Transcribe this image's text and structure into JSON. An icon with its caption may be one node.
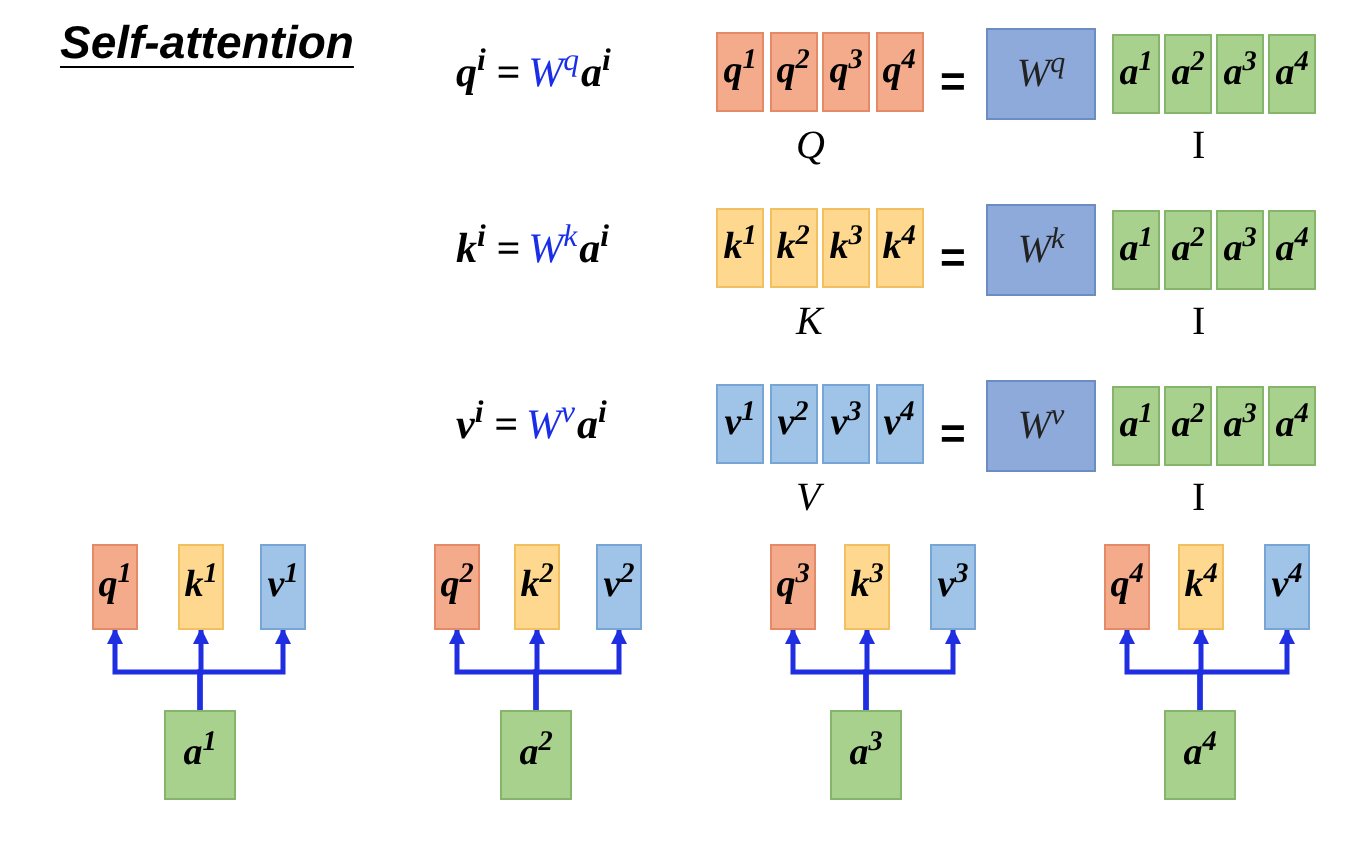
{
  "diagram": {
    "title": "Self-attention",
    "nodes": [
      {
        "text": [
          "q$^{1}$"
        ]
      },
      {
        "text": [
          "q$^{2}$"
        ]
      },
      {
        "text": [
          "q$^{3}$"
        ]
      },
      {
        "text": [
          "q$^{4}$"
        ]
      },
      {
        "text": [
          "W$^{q}$"
        ]
      },
      {
        "text": [
          "a$^{1}$"
        ]
      },
      {
        "text": [
          "a$^{2}$"
        ]
      },
      {
        "text": [
          "a$^{3}$"
        ]
      },
      {
        "text": [
          "a$^{4}$"
        ]
      },
      {
        "text": [
          "k$^{1}$"
        ]
      },
      {
        "text": [
          "k$^{2}$"
        ]
      },
      {
        "text": [
          "k$^{3}$"
        ]
      },
      {
        "text": [
          "k$^{4}$"
        ]
      },
      {
        "text": [
          "W$^{k}$"
        ]
      },
      {
        "text": [
          "a$^{1}$"
        ]
      },
      {
        "text": [
          "a$^{2}$"
        ]
      },
      {
        "text": [
          "a$^{3}$"
        ]
      },
      {
        "text": [
          "a$^{4}$"
        ]
      },
      {
        "text": [
          "v$^{1}$"
        ]
      },
      {
        "text": [
          "v$^{2}$"
        ]
      },
      {
        "text": [
          "v$^{3}$"
        ]
      },
      {
        "text": [
          "v$^{4}$"
        ]
      },
      {
        "text": [
          "W$^{v}$"
        ]
      },
      {
        "text": [
          "a$^{1}$"
        ]
      },
      {
        "text": [
          "a$^{2}$"
        ]
      },
      {
        "text": [
          "a$^{3}$"
        ]
      },
      {
        "text": [
          "a$^{4}$"
        ]
      },
      {
        "text": [
          "q$^{1}$"
        ]
      },
      {
        "text": [
          "k$^{1}$"
        ]
      },
      {
        "text": [
          "v$^{1}$"
        ]
      },
      {
        "text": [
          "a$^{1}$"
        ]
      },
      {
        "text": [
          "q$^{2}$"
        ]
      },
      {
        "text": [
          "k$^{2}$"
        ]
      },
      {
        "text": [
          "v$^{2}$"
        ]
      },
      {
        "text": [
          "a$^{2}$"
        ]
      },
      {
        "text": [
          "q$^{3}$"
        ]
      },
      {
        "text": [
          "k$^{3}$"
        ]
      },
      {
        "text": [
          "v$^{3}$"
        ]
      },
      {
        "text": [
          "a$^{3}$"
        ]
      },
      {
        "text": [
          "q$^{4}$"
        ]
      },
      {
        "text": [
          "k$^{4}$"
        ]
      },
      {
        "text": [
          "v$^{4}$"
        ]
      },
      {
        "text": [
          "a$^{4}$"
        ]
      }
    ],
    "edges": [
      {
        "from": 30,
        "to": 27,
        "arrow": "to"
      },
      {
        "from": 30,
        "to": 28,
        "arrow": "to"
      },
      {
        "from": 30,
        "to": 29,
        "arrow": "to"
      },
      {
        "from": 34,
        "to": 31,
        "arrow": "to"
      },
      {
        "from": 34,
        "to": 32,
        "arrow": "to"
      },
      {
        "from": 34,
        "to": 33,
        "arrow": "to"
      },
      {
        "from": 38,
        "to": 35,
        "arrow": "to"
      },
      {
        "from": 38,
        "to": 36,
        "arrow": "to"
      },
      {
        "from": 38,
        "to": 37,
        "arrow": "to"
      },
      {
        "from": 42,
        "to": 39,
        "arrow": "to"
      },
      {
        "from": 42,
        "to": 40,
        "arrow": "to"
      },
      {
        "from": 42,
        "to": 41,
        "arrow": "to"
      }
    ],
    "labels": [
      "q$^{i}$ =",
      "W$^{q}$",
      "a$^{i}$",
      "=",
      "Q",
      "I",
      "k$^{i}$ =",
      "W$^{k}$",
      "a$^{i}$",
      "=",
      "K",
      "I",
      "v$^{i}$ =",
      "W$^{v}$",
      "a$^{i}$",
      "=",
      "V",
      "I"
    ]
  }
}
